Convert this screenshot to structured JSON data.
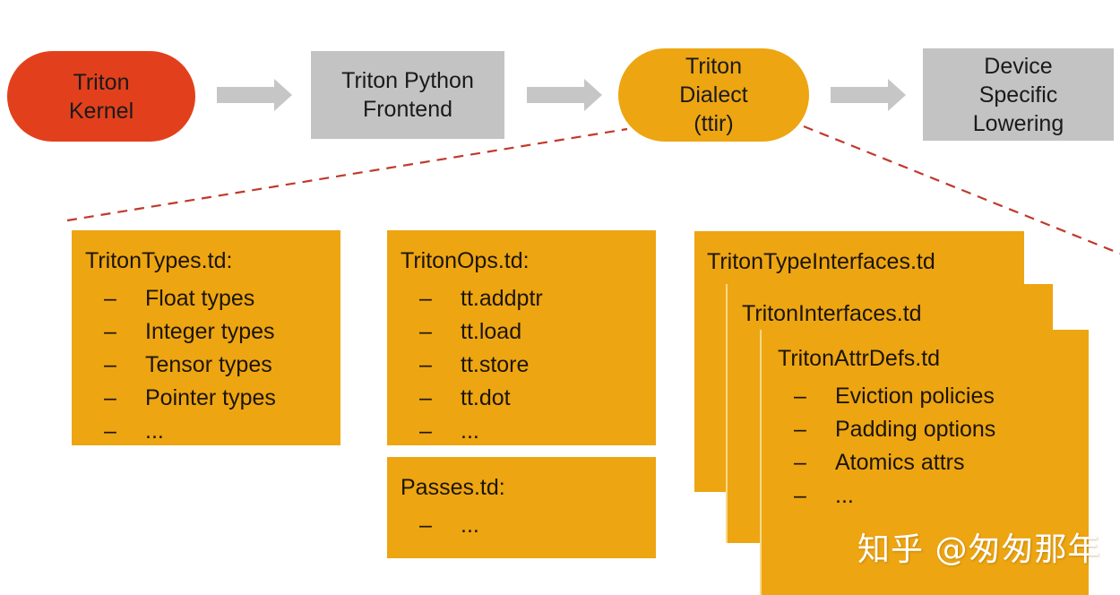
{
  "diagram": {
    "title": "Triton compilation pipeline and TableGen definition files",
    "colors": {
      "red": "#e2401c",
      "orange": "#eda512",
      "gray": "#c3c3c3",
      "arrow_gray": "#c6c6c6",
      "dashed_line": "#c0392b",
      "text": "#1a1a1a",
      "background": "#ffffff"
    }
  },
  "pipeline": {
    "nodes": [
      {
        "id": "triton-kernel",
        "label": "Triton\nKernel",
        "shape": "pill",
        "color": "#e2401c"
      },
      {
        "id": "triton-frontend",
        "label": "Triton Python\nFrontend",
        "shape": "rectangle",
        "color": "#c3c3c3"
      },
      {
        "id": "triton-dialect",
        "label": "Triton\nDialect\n(ttir)",
        "shape": "pill",
        "color": "#eda512"
      },
      {
        "id": "device-lowering",
        "label": "Device\nSpecific\nLowering",
        "shape": "rectangle",
        "color": "#c3c3c3"
      }
    ],
    "arrows": [
      {
        "id": "arrow-1",
        "from": "triton-kernel",
        "to": "triton-frontend"
      },
      {
        "id": "arrow-2",
        "from": "triton-frontend",
        "to": "triton-dialect"
      },
      {
        "id": "arrow-3",
        "from": "triton-dialect",
        "to": "device-lowering"
      }
    ],
    "callout_lines": [
      {
        "id": "callout-left",
        "from": "triton-dialect",
        "to": "detail-cards-left"
      },
      {
        "id": "callout-right",
        "from": "triton-dialect",
        "to": "detail-cards-right"
      }
    ]
  },
  "cards": {
    "triton_types": {
      "title": "TritonTypes.td:",
      "bullet_marker": "–",
      "items": [
        "Float types",
        "Integer types",
        "Tensor types",
        "Pointer types",
        "..."
      ]
    },
    "triton_ops": {
      "title": "TritonOps.td:",
      "bullet_marker": "–",
      "items": [
        "tt.addptr",
        "tt.load",
        "tt.store",
        "tt.dot",
        "..."
      ]
    },
    "passes": {
      "title": "Passes.td:",
      "bullet_marker": "–",
      "items": [
        "..."
      ]
    },
    "triton_type_interfaces": {
      "title": "TritonTypeInterfaces.td",
      "bullet_marker": "–",
      "items": []
    },
    "triton_interfaces": {
      "title": "TritonInterfaces.td",
      "bullet_marker": "–",
      "items": []
    },
    "triton_attr_defs": {
      "title": "TritonAttrDefs.td",
      "bullet_marker": "–",
      "items": [
        "Eviction policies",
        "Padding options",
        "Atomics attrs",
        "..."
      ]
    }
  },
  "watermark": {
    "text": "知乎 @匆匆那年"
  }
}
